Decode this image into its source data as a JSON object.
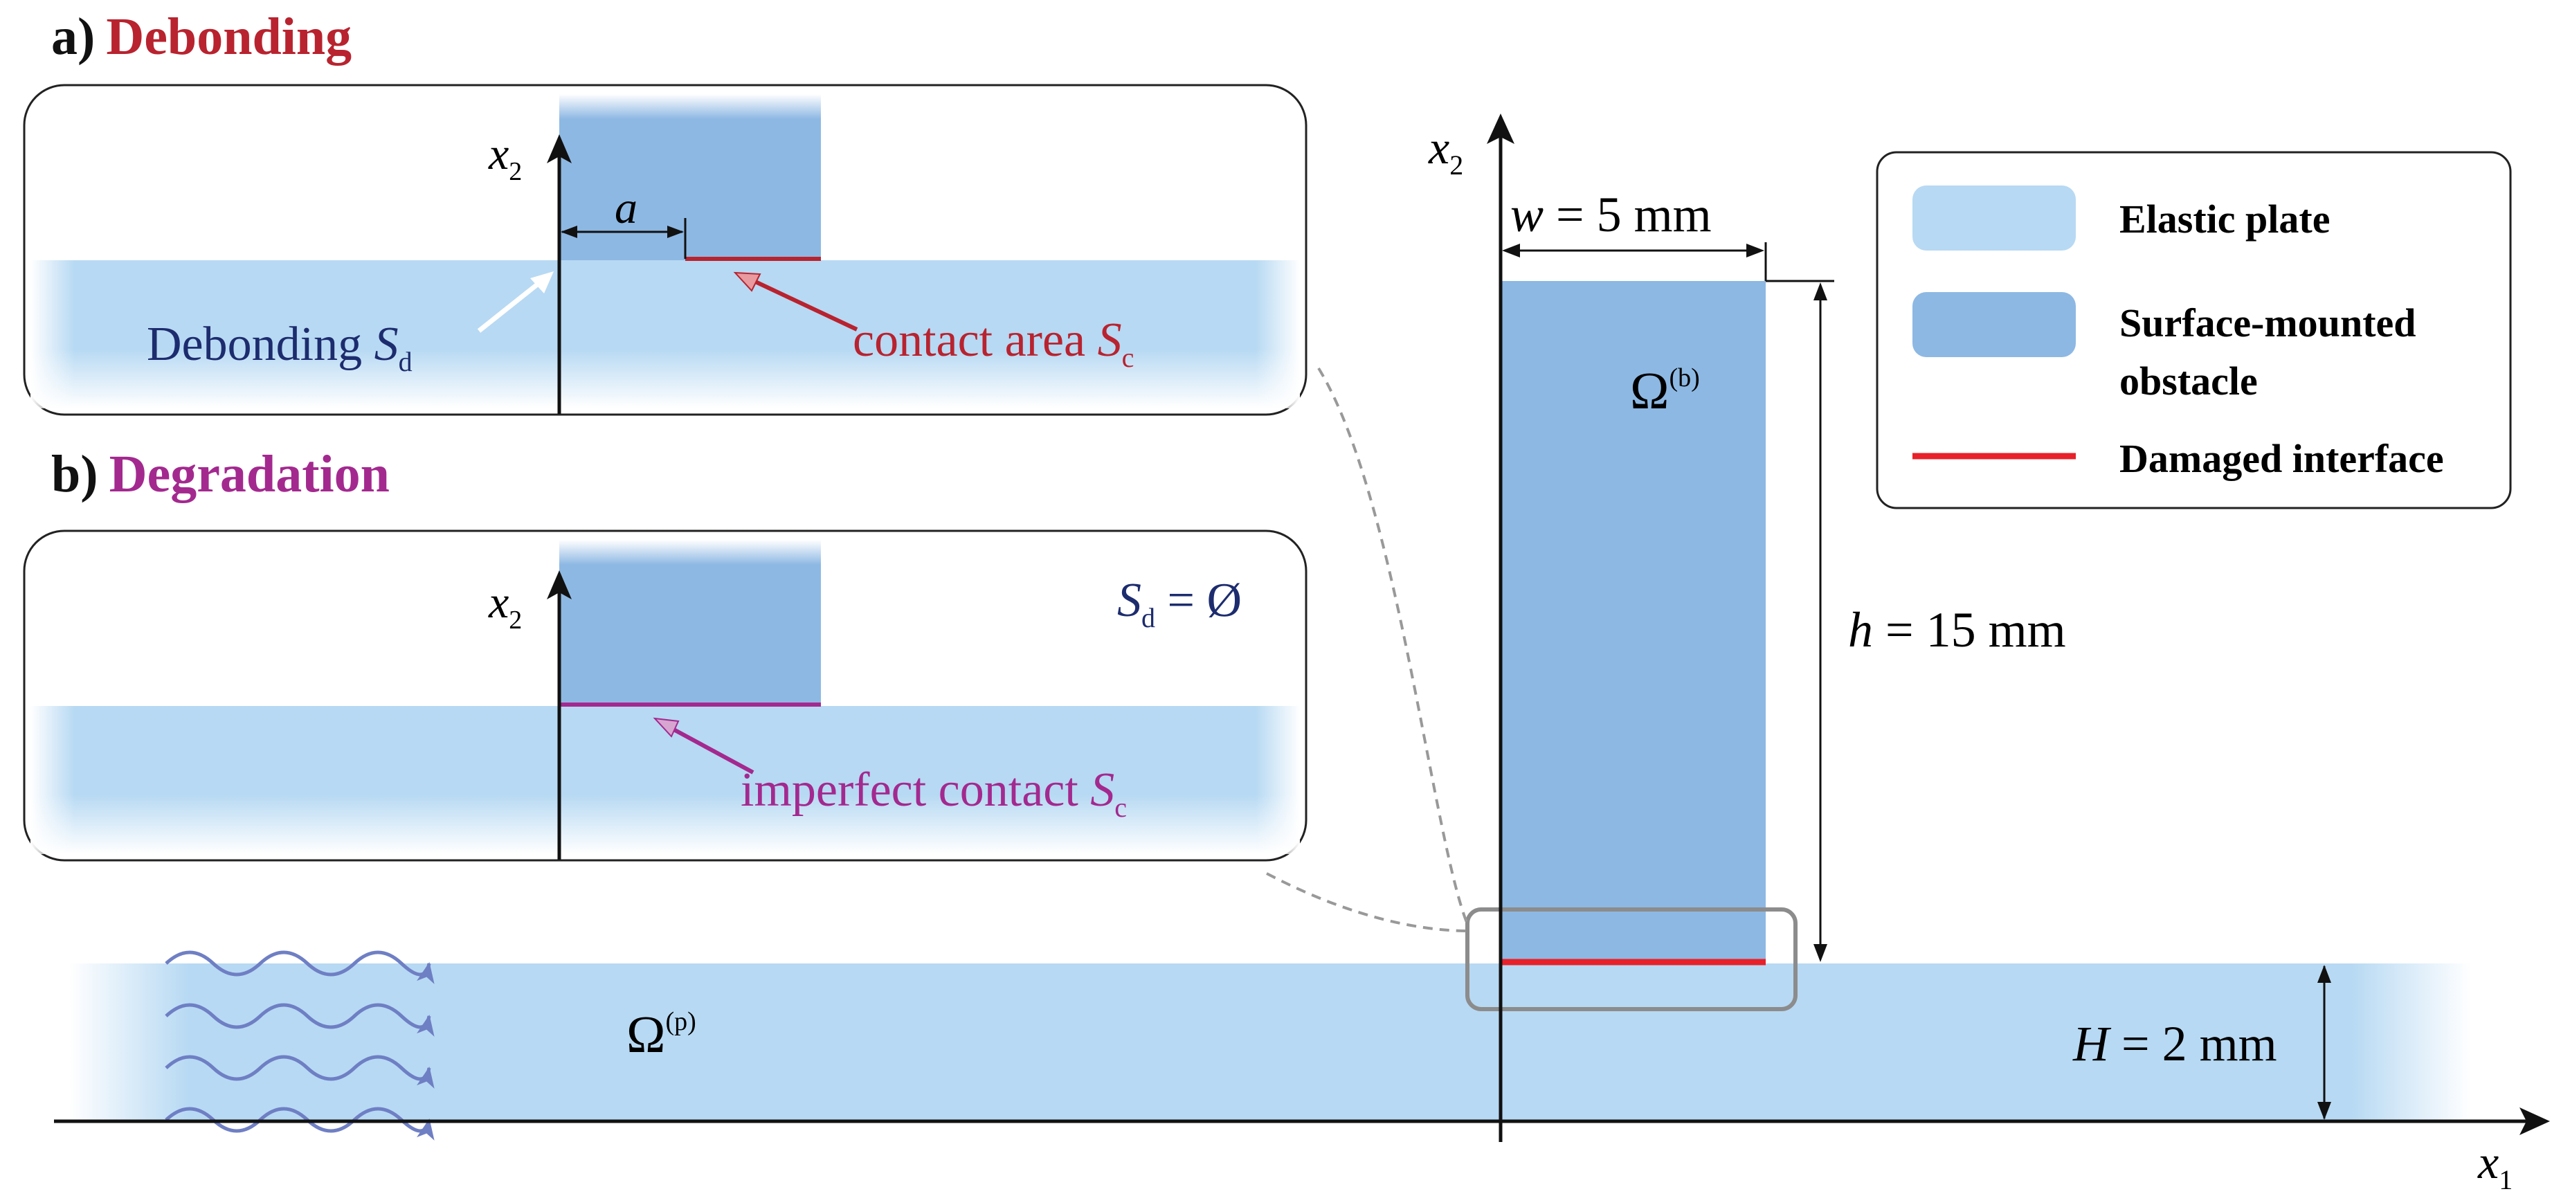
{
  "panel_a": {
    "letter": "a)",
    "title": "Debonding",
    "axis_var": "x",
    "axis_sub": "2",
    "gap_label": "a",
    "debond_text": "Debonding ",
    "debond_sym": "S",
    "debond_sub": "d",
    "contact_text": "contact area ",
    "contact_sym": "S",
    "contact_sub": "c"
  },
  "panel_b": {
    "letter": "b)",
    "title": "Degradation",
    "axis_var": "x",
    "axis_sub": "2",
    "sd_sym": "S",
    "sd_sub": "d",
    "sd_rest": " = Ø",
    "contact_text": "imperfect contact ",
    "contact_sym": "S",
    "contact_sub": "c"
  },
  "main": {
    "x2_var": "x",
    "x2_sub": "2",
    "x1_var": "x",
    "x1_sub": "1",
    "width_var": "w",
    "width_rest": " = 5 mm",
    "height_var": "h",
    "height_rest": " = 15 mm",
    "thick_var": "H",
    "thick_rest": " = 2 mm",
    "obstacle_sym": "Ω",
    "obstacle_sup": "(b)",
    "plate_sym": "Ω",
    "plate_sup": "(p)"
  },
  "legend": {
    "items": [
      {
        "label_line1": "Elastic plate",
        "label_line2": ""
      },
      {
        "label_line1": "Surface-mounted",
        "label_line2": "obstacle"
      },
      {
        "label_line1": "Damaged interface",
        "label_line2": ""
      }
    ]
  },
  "colors": {
    "plate": "#b7d9f3",
    "obstacle": "#8db8e3",
    "damage": "#e8202a",
    "debond_title": "#b8232f",
    "degrad_title": "#a3298f",
    "navy_text": "#1d2c6e",
    "contact_red": "#b8232f",
    "contact_magenta": "#a3298f",
    "wave": "#6f7fc4"
  }
}
